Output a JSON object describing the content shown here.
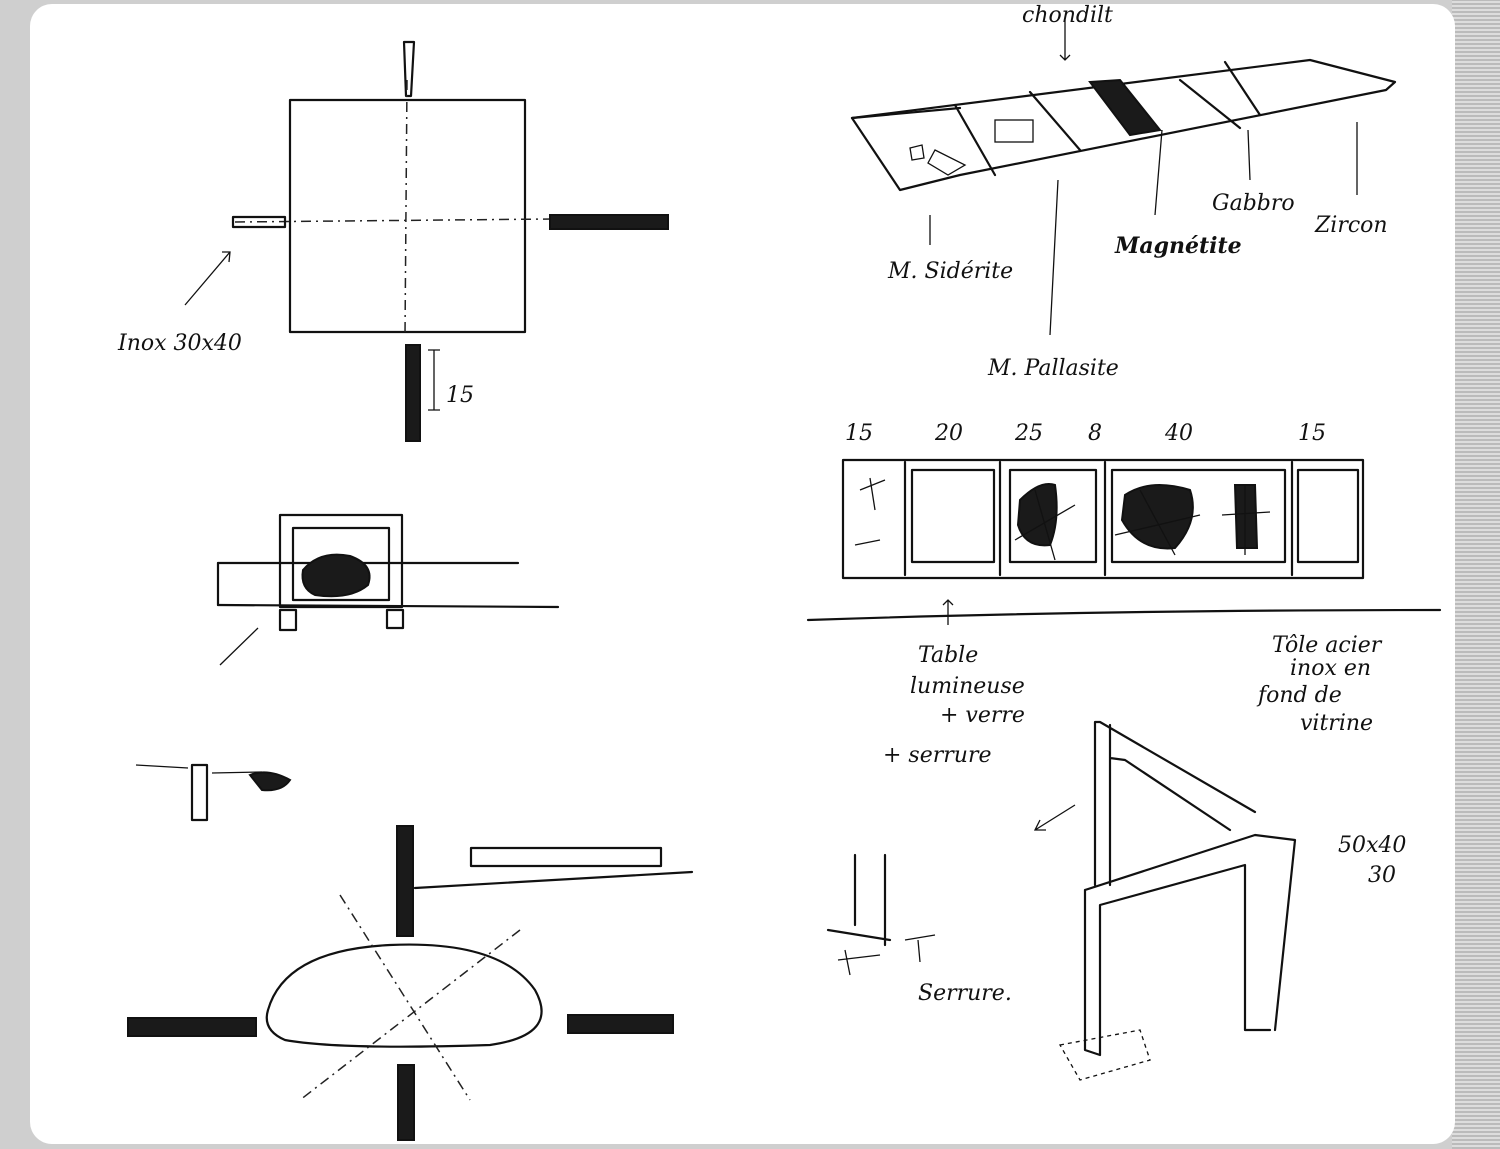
{
  "left_page": {
    "label_inox": "Inox 30x40",
    "dimension_thickness": "15"
  },
  "right_page": {
    "top_labels": {
      "chondrite": "chondilt",
      "siderite": "M. Sidérite",
      "pallasite": "M. Pallasite",
      "magnetite": "Magnétite",
      "gabbro": "Gabbro",
      "zircon": "Zircon"
    },
    "widths": [
      "15",
      "20",
      "25",
      "8",
      "40",
      "15"
    ],
    "table_note": [
      "Table",
      "lumineuse",
      "+ verre",
      "+ serrure"
    ],
    "back_note": [
      "Tôle acier",
      "inox en",
      "fond de",
      "vitrine"
    ],
    "frame_dims": [
      "50x40",
      "30"
    ],
    "lock_label": "Serrure."
  }
}
